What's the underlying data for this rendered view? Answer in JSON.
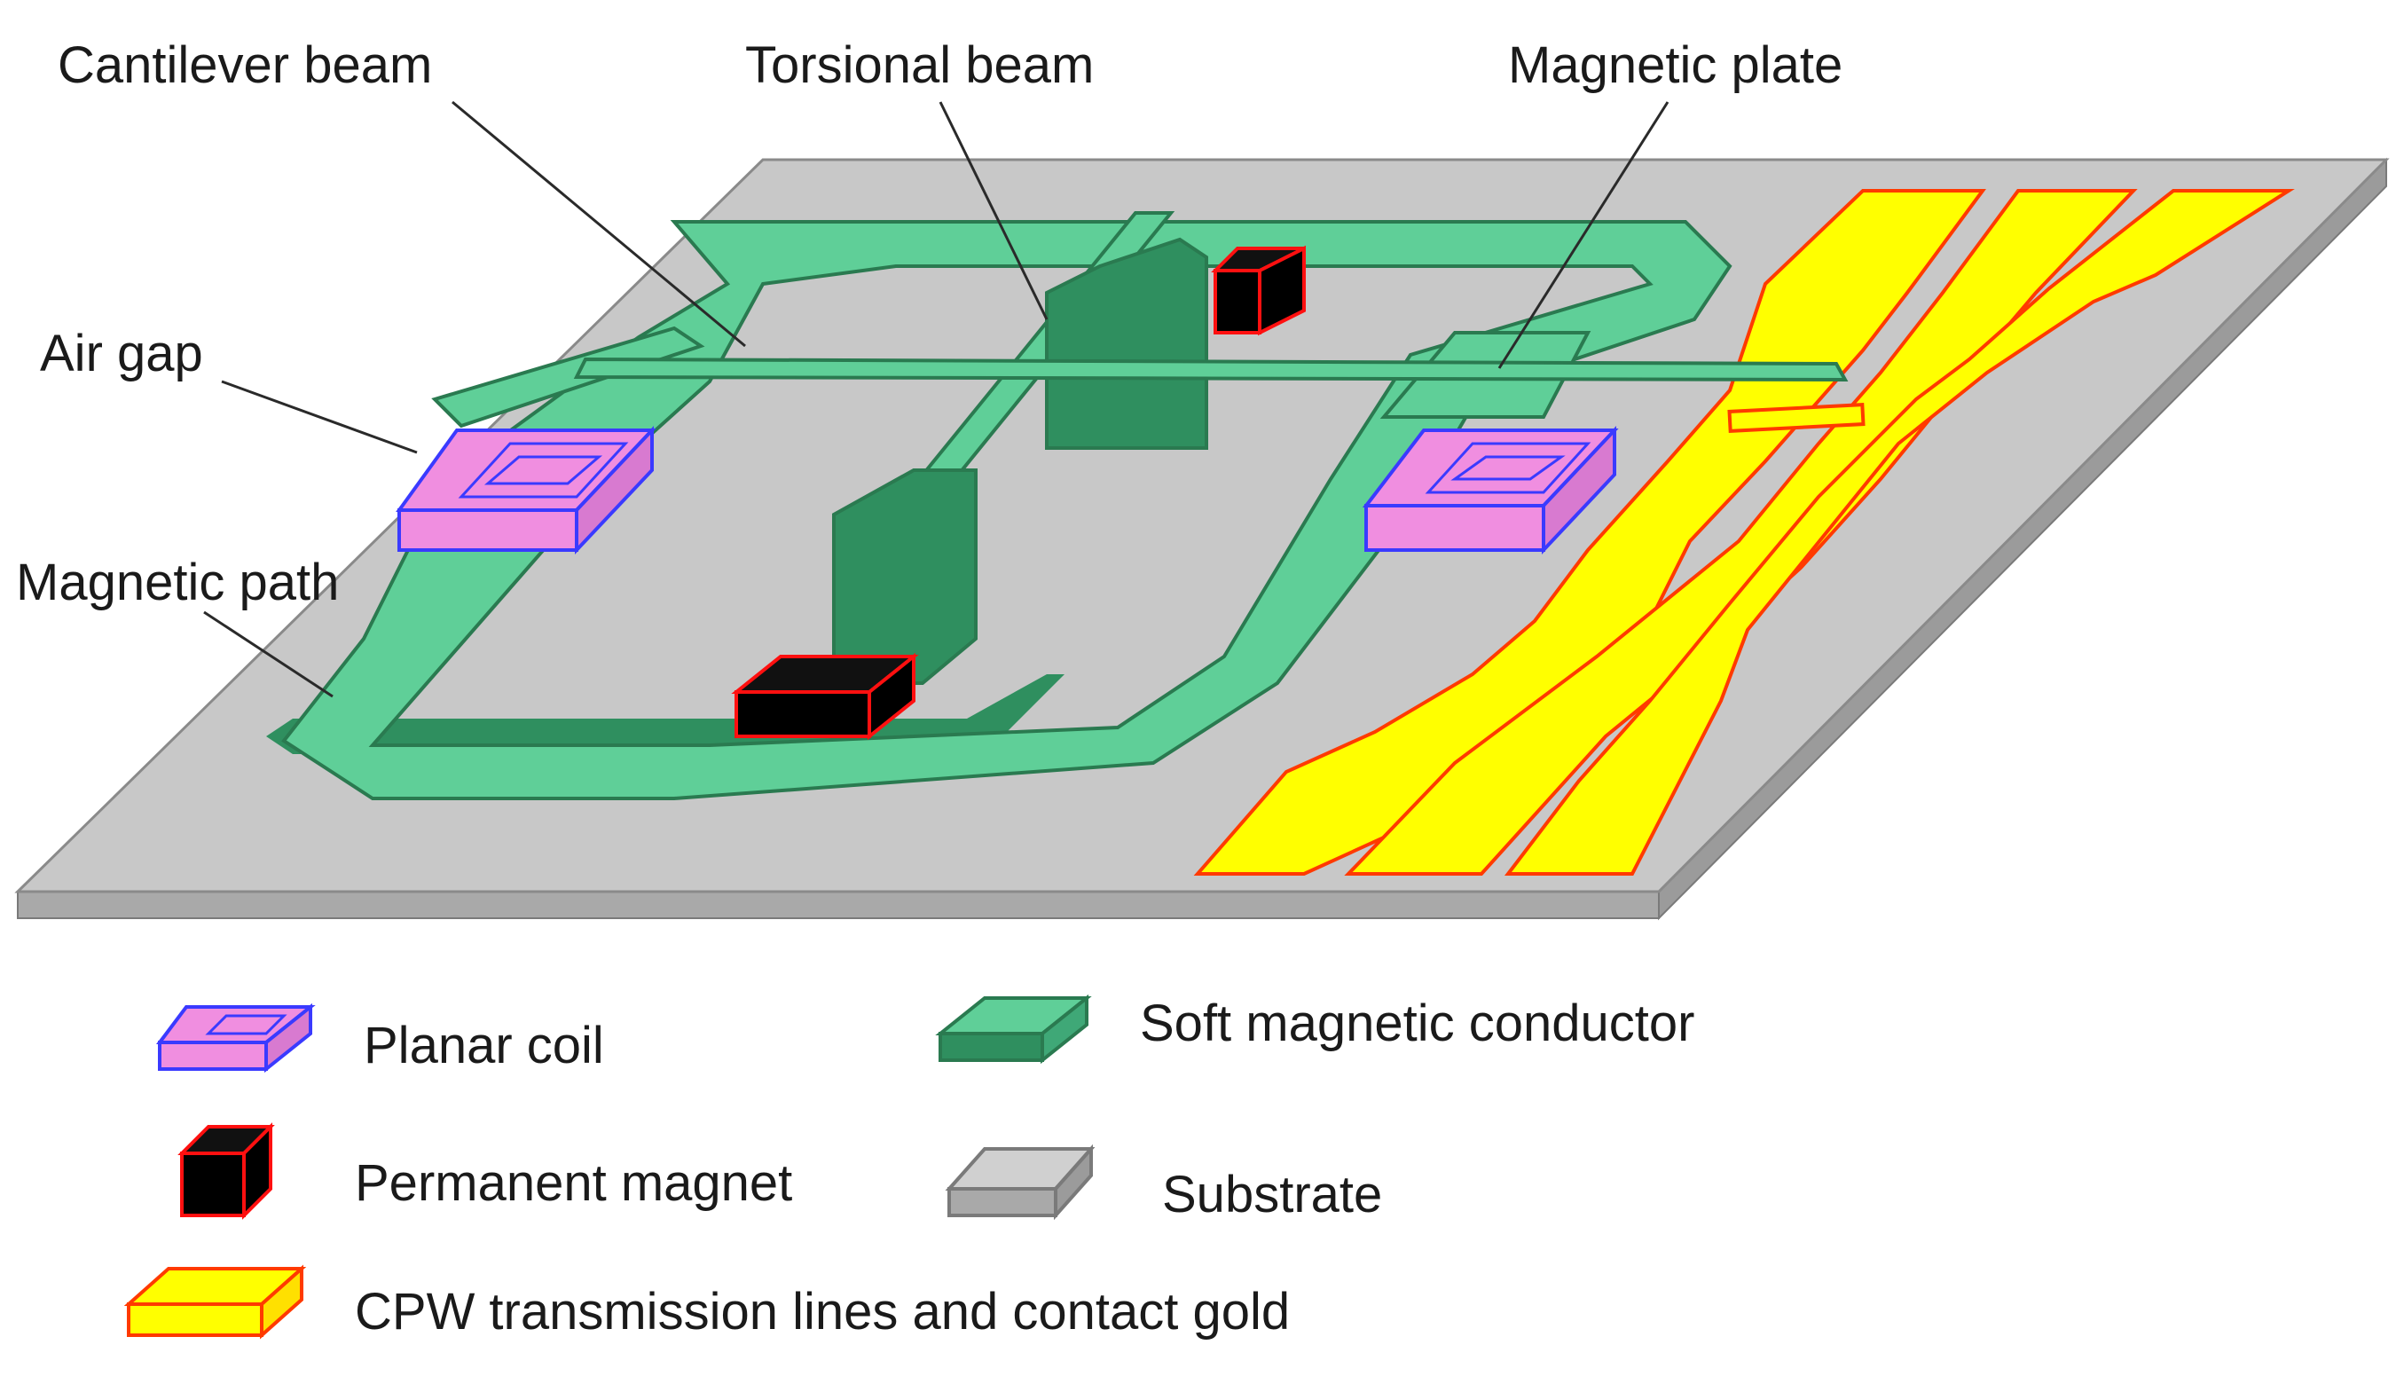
{
  "labels": {
    "cantilever_beam": "Cantilever beam",
    "torsional_beam": "Torsional beam",
    "magnetic_plate": "Magnetic plate",
    "air_gap": "Air gap",
    "magnetic_path": "Magnetic path"
  },
  "legend": {
    "planar_coil": "Planar coil",
    "soft_magnetic_conductor": "Soft magnetic conductor",
    "permanent_magnet": "Permanent magnet",
    "substrate": "Substrate",
    "cpw_gold": "CPW transmission lines and contact gold"
  },
  "colors": {
    "substrate": "#c8c8c8",
    "soft_magnetic": "#5fcf98",
    "soft_magnetic_dark": "#2f8f5f",
    "planar_coil": "#f08ee0",
    "coil_edge": "#3a3aff",
    "permanent_magnet": "#000000",
    "magnet_edge": "#ff1010",
    "gold": "#ffff00",
    "gold_edge": "#ff3a00"
  }
}
